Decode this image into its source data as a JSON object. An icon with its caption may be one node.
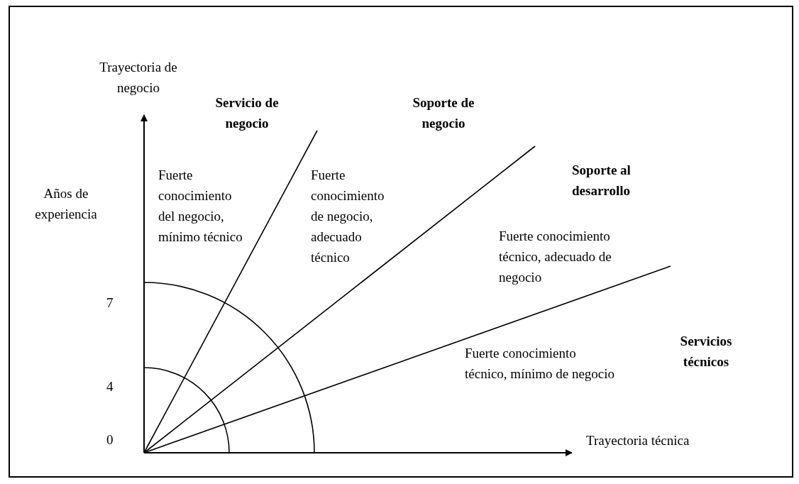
{
  "diagram": {
    "labels": [
      "Trayectoria de negocio",
      "Servicio de negocio",
      "Soporte de negocio",
      "Fuerte conocimiento del negocio, mínimo técnico",
      "Fuerte conocimiento de negocio, adecuado técnico",
      "Años de experiencia",
      "Soporte al desarrollo",
      "Fuerte conocimiento técnico, adecuado de negocio",
      "7",
      "Servicios técnicos",
      "Fuerte conocimiento técnico, mínimo de negocio",
      "4",
      "0",
      "Trayectoria técnica"
    ]
  }
}
